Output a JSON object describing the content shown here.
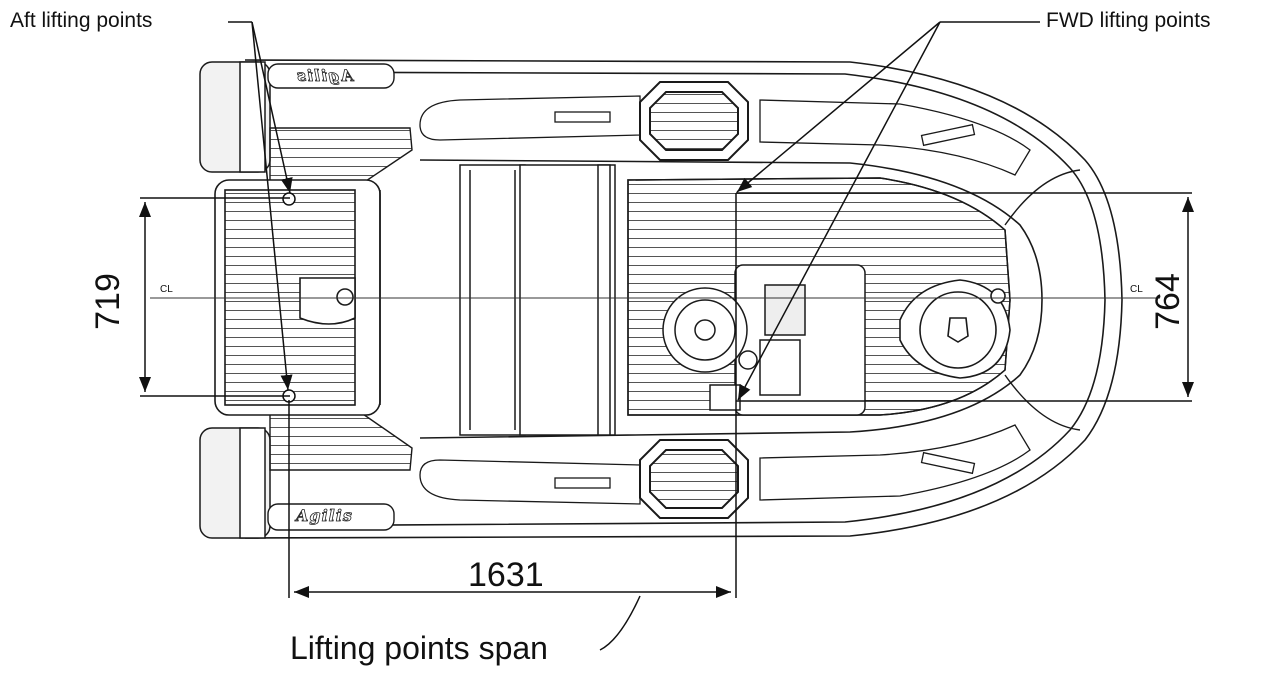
{
  "labels": {
    "aft_lifting_points": "Aft  lifting points",
    "fwd_lifting_points": "FWD lifting points",
    "lifting_points_span": "Lifting points span",
    "span_dimension": "1631",
    "aft_width_dimension": "719",
    "fwd_width_dimension": "764",
    "centerline_left": "CL",
    "centerline_right": "CL",
    "brand_top": "Agilis",
    "brand_bottom": "Agilis"
  },
  "colors": {
    "line": "#1a1a1a",
    "hull_fill": "#ffffff",
    "tube_fill": "#f2f2f2"
  }
}
